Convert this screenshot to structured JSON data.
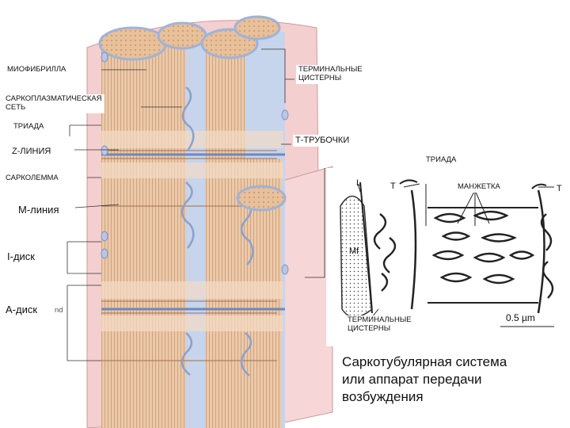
{
  "labels": {
    "myofibril": "МИОФИБРИЛЛА",
    "sr": "САРКОПЛАЗМАТИЧЕСКАЯ\nСЕТЬ",
    "triad_left": "ТРИАДА",
    "z_line": "Z-ЛИНИЯ",
    "sarcolemma": "САРКОЛЕММА",
    "m_line": "M-линия",
    "i_disc": "I-диск",
    "a_disc": "А-диск",
    "band_fragment": "nd",
    "terminal_cisterns_top": "ТЕРМИНАЛЬНЫЕ\nЦИСТЕРНЫ",
    "t_tubules": "Т-ТРУБОЧКИ",
    "triad_right": "ТРИАДА",
    "cuff": "МАНЖЕТКА",
    "terminal_cisterns_bottom": "ТЕРМИНАЛЬНЫЕ\nЦИСТЕРНЫ"
  },
  "inset": {
    "L": "L",
    "T_left": "T",
    "T_right": "T",
    "mf": "Mf",
    "scale": "0.5 µm"
  },
  "caption": "Саркотубулярная система\nили аппарат передачи\nвозбуждения",
  "colors": {
    "fibril": "#e8c3a0",
    "fibril_dark": "#c99a76",
    "sr_blue": "#c6d4ec",
    "sarcolemma_pink": "#f4cfd0",
    "background": "#ffffff"
  }
}
